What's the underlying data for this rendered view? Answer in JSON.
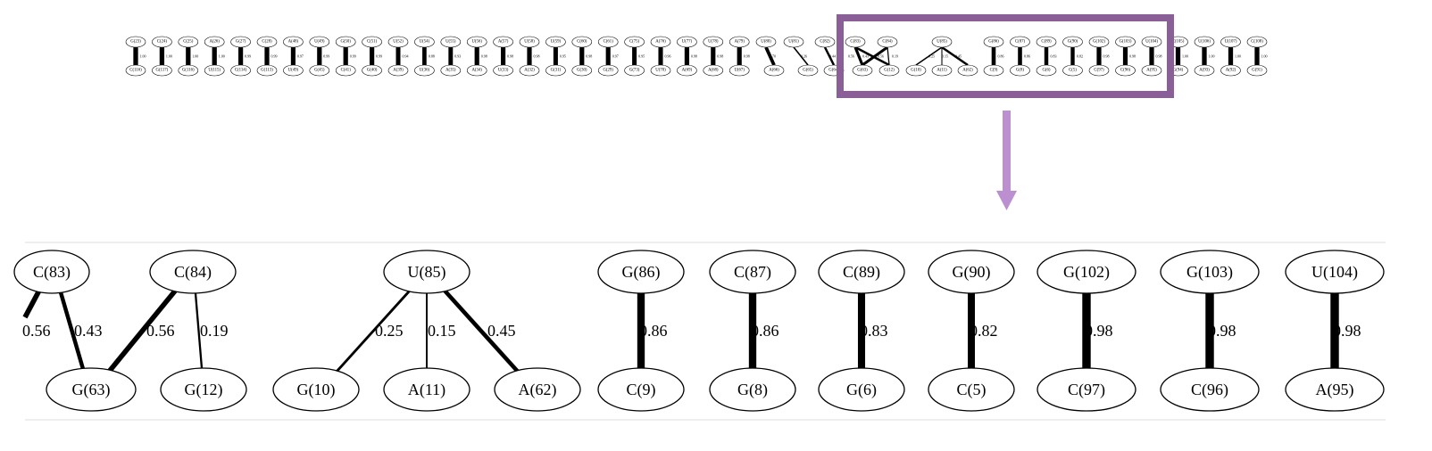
{
  "overview": {
    "columns": [
      {
        "top": "G(23)",
        "bottom": "C(116)",
        "value": "1.00"
      },
      {
        "top": "C(24)",
        "bottom": "G(117)",
        "value": "1.00"
      },
      {
        "top": "C(25)",
        "bottom": "G(116)",
        "value": "1.00"
      },
      {
        "top": "A(26)",
        "bottom": "U(115)",
        "value": "1.00"
      },
      {
        "top": "G(27)",
        "bottom": "C(114)",
        "value": "0.99"
      },
      {
        "top": "C(28)",
        "bottom": "G(113)",
        "value": "0.99"
      },
      {
        "top": "A(48)",
        "bottom": "U(49)",
        "value": "0.97"
      },
      {
        "top": "U(49)",
        "bottom": "G(45)",
        "value": "0.99"
      },
      {
        "top": "G(50)",
        "bottom": "C(41)",
        "value": "0.99"
      },
      {
        "top": "C(51)",
        "bottom": "G(40)",
        "value": "0.99"
      },
      {
        "top": "U(52)",
        "bottom": "A(39)",
        "value": "0.94"
      },
      {
        "top": "U(54)",
        "bottom": "U(36)",
        "value": "0.88"
      },
      {
        "top": "U(55)",
        "bottom": "A(35)",
        "value": "0.93"
      },
      {
        "top": "U(56)",
        "bottom": "A(34)",
        "value": "0.98"
      },
      {
        "top": "A(57)",
        "bottom": "U(33)",
        "value": "0.98"
      },
      {
        "top": "U(58)",
        "bottom": "A(32)",
        "value": "0.98"
      },
      {
        "top": "U(59)",
        "bottom": "G(31)",
        "value": "0.95"
      },
      {
        "top": "C(60)",
        "bottom": "G(30)",
        "value": "0.98"
      },
      {
        "top": "C(61)",
        "bottom": "G(29)",
        "value": "0.97"
      },
      {
        "top": "C(75)",
        "bottom": "G(73)",
        "value": "0.95"
      },
      {
        "top": "A(76)",
        "bottom": "U(70)",
        "value": "0.96"
      },
      {
        "top": "U(77)",
        "bottom": "A(69)",
        "value": "0.98"
      },
      {
        "top": "U(78)",
        "bottom": "A(68)",
        "value": "0.98"
      },
      {
        "top": "A(79)",
        "bottom": "U(67)",
        "value": "0.98"
      }
    ],
    "cluster_tops": [
      "U(80)",
      "U(81)",
      "C(82)",
      "C(83)",
      "C(84)"
    ],
    "cluster_bottoms": [
      "A(66)",
      "G(65)",
      "G(64)",
      "G(63)",
      "G(12)"
    ],
    "cluster_labels": [
      "0.70",
      "0.26",
      "0.44",
      "0.56",
      "0.43",
      "0.56",
      "0.19"
    ],
    "u85": {
      "top": "U(85)",
      "bottoms": [
        "G(10)",
        "A(11)",
        "A(62)"
      ],
      "labels": [
        "0.25",
        "0.15",
        "0.45"
      ]
    },
    "columns2": [
      {
        "top": "G(86)",
        "bottom": "C(9)",
        "value": "0.86"
      },
      {
        "top": "C(87)",
        "bottom": "G(8)",
        "value": "0.86"
      },
      {
        "top": "C(89)",
        "bottom": "G(6)",
        "value": "0.83"
      },
      {
        "top": "G(90)",
        "bottom": "C(5)",
        "value": "0.82"
      },
      {
        "top": "G(102)",
        "bottom": "C(97)",
        "value": "0.98"
      },
      {
        "top": "G(103)",
        "bottom": "C(96)",
        "value": "0.98"
      },
      {
        "top": "U(104)",
        "bottom": "A(95)",
        "value": "0.98"
      },
      {
        "top": "C(105)",
        "bottom": "G(94)",
        "value": "1.00"
      },
      {
        "top": "U(106)",
        "bottom": "A(93)",
        "value": "1.00"
      },
      {
        "top": "U(107)",
        "bottom": "A(92)",
        "value": "1.00"
      },
      {
        "top": "C(108)",
        "bottom": "G(91)",
        "value": "1.00"
      }
    ]
  },
  "detail": {
    "left_edge": {
      "label": "0.56"
    },
    "c83": {
      "top": "C(83)",
      "bottom": "G(63)",
      "label": "0.43"
    },
    "c84": {
      "top": "C(84)",
      "bottoms": [
        "G(63)",
        "G(12)"
      ],
      "labels": [
        "0.56",
        "0.19"
      ]
    },
    "u85": {
      "top": "U(85)",
      "bottoms": [
        "G(10)",
        "A(11)",
        "A(62)"
      ],
      "labels": [
        "0.25",
        "0.15",
        "0.45"
      ]
    },
    "pairs": [
      {
        "top": "G(86)",
        "bottom": "C(9)",
        "label": "0.86"
      },
      {
        "top": "C(87)",
        "bottom": "G(8)",
        "label": "0.86"
      },
      {
        "top": "C(89)",
        "bottom": "G(6)",
        "label": "0.83"
      },
      {
        "top": "G(90)",
        "bottom": "C(5)",
        "label": "0.82"
      },
      {
        "top": "G(102)",
        "bottom": "C(97)",
        "label": "0.98"
      },
      {
        "top": "G(103)",
        "bottom": "C(96)",
        "label": "0.98"
      },
      {
        "top": "U(104)",
        "bottom": "A(95)",
        "label": "0.98"
      }
    ]
  },
  "colors": {
    "highlight": "#8a5f98",
    "arrow": "#bb8fd0",
    "ink": "#000000",
    "rule": "#dddddd"
  }
}
